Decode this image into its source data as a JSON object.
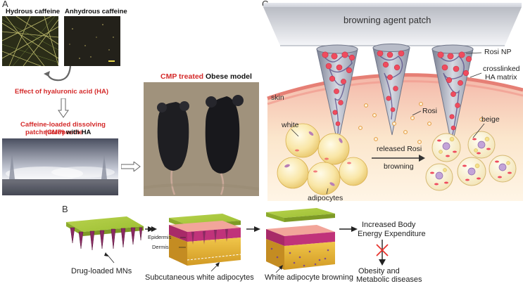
{
  "panel_a": {
    "letter": "A",
    "hydrous_label": "Hydrous caffeine",
    "anhydrous_label": "Anhydrous caffeine",
    "effect_label": "Effect of hyaluronic acid (HA)",
    "cmp_label_line1": "Caffeine-loaded dissolving microneedle",
    "cmp_label_line2_red": "patch (CMP)",
    "cmp_label_line2_black": " with HA",
    "cmp_treated_label": "CMP treated",
    "obese_model_label": "Obese model"
  },
  "panel_b": {
    "letter": "B",
    "drug_loaded_label": "Drug-loaded MNs",
    "epidermis_label": "Epidermis",
    "dermis_label": "Dermis",
    "subcutaneous_label": "Subcutaneous white adipocytes",
    "browning_label": "White adipocyte browning",
    "energy_line1": "Increased Body",
    "energy_line2": "Energy Expenditure",
    "obesity_line1": "Obesity and",
    "obesity_line2": "Metabolic diseases"
  },
  "panel_c": {
    "letter": "C",
    "patch_label": "browning agent patch",
    "rosi_np_label": "Rosi NP",
    "matrix_line1": "crosslinked",
    "matrix_line2": "HA matrix",
    "skin_label": "skin",
    "rosi_label": "Rosi",
    "white_label": "white",
    "beige_label": "beige",
    "released_label": "released Rosi",
    "browning_label": "browning",
    "adipocytes_label": "adipocytes"
  },
  "colors": {
    "title_red": "#d42a2a",
    "patch_green": "#a4c43c",
    "needle_purple": "#7a2a5a",
    "skin_pink": "#f2a59a",
    "dermis_magenta": "#c0337a",
    "fat_yellow": "#e8b838",
    "np_red": "#ef4c5e",
    "adipocyte_yellow": "#f7dc8a"
  }
}
